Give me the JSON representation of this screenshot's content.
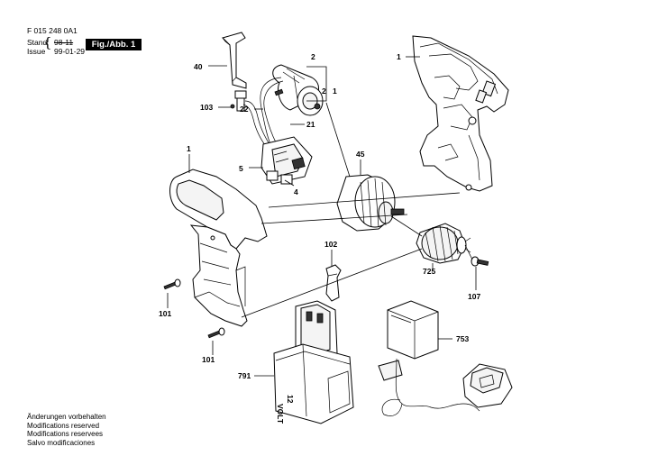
{
  "header": {
    "doc_number": "F 015 248 0A1",
    "stand_label": "Stand",
    "stand_value": "98-11",
    "issue_label": "Issue",
    "issue_value": "99-01-29",
    "fig_label": "Fig./Abb. 1"
  },
  "footer_notes": [
    "Änderungen vorbehalten",
    "Modifications reserved",
    "Modifications reservees",
    "Salvo modificaciones"
  ],
  "battery_marking": {
    "voltage": "12",
    "unit": "VOLT"
  },
  "part_labels": {
    "p1_top": "1",
    "p1_left": "1",
    "p2_top": "2",
    "p2_a": "2",
    "p2_b": "1",
    "p40": "40",
    "p103": "103",
    "p22": "22",
    "p21": "21",
    "p5": "5",
    "p4": "4",
    "p45": "45",
    "p102": "102",
    "p725": "725",
    "p107": "107",
    "p101_a": "101",
    "p101_b": "101",
    "p753": "753",
    "p791": "791"
  }
}
